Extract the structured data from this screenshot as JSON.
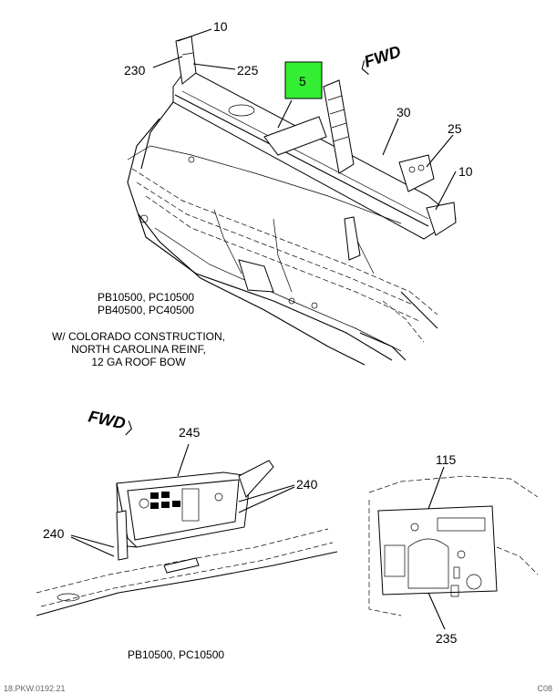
{
  "callouts": {
    "c10_top": "10",
    "c230": "230",
    "c225": "225",
    "c5": "5",
    "c30": "30",
    "c25": "25",
    "c10_right": "10",
    "c245": "245",
    "c240_right": "240",
    "c240_left": "240",
    "c115": "115",
    "c235": "235"
  },
  "fwd_top": "FWD",
  "fwd_bottom": "FWD",
  "notes": {
    "top_models_1": "PB10500, PC10500",
    "top_models_2": "PB40500, PC40500",
    "construction_1": "W/ COLORADO CONSTRUCTION,",
    "construction_2": "NORTH CAROLINA REINF,",
    "construction_3": "12 GA ROOF BOW",
    "bottom_models": "PB10500, PC10500"
  },
  "footer": {
    "left": "18.PKW.0192.21",
    "right": "C08"
  },
  "colors": {
    "highlight": "#33ee33"
  }
}
